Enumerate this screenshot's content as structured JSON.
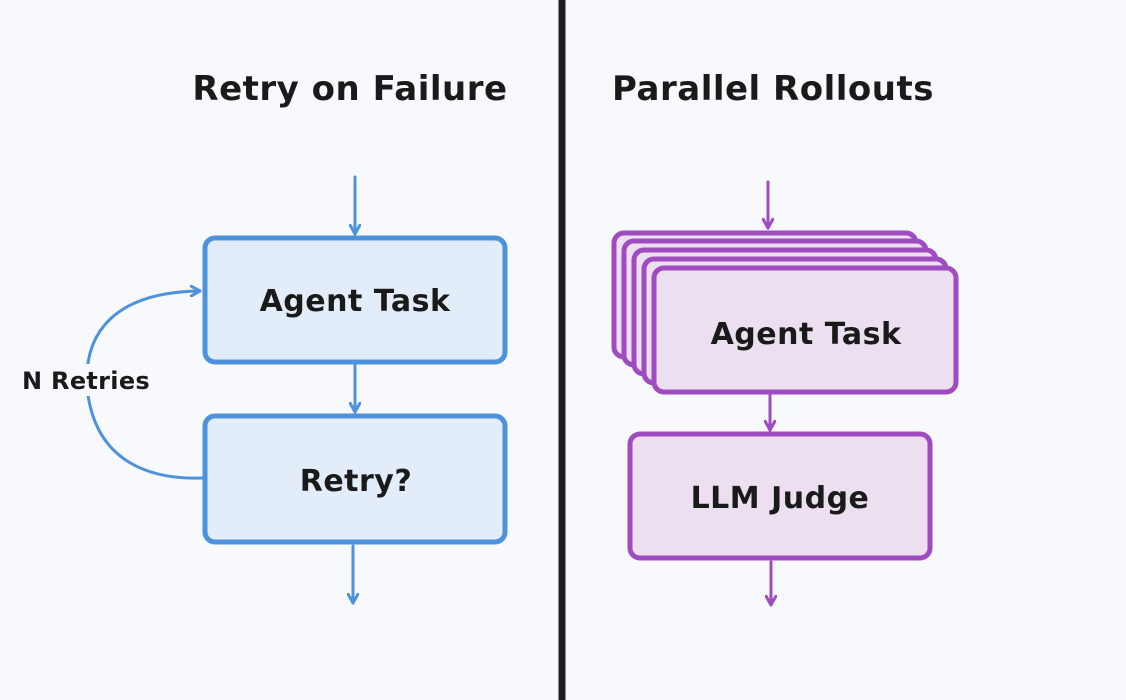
{
  "left_panel": {
    "title": "Retry on Failure",
    "box_top": "Agent Task",
    "box_bottom": "Retry?",
    "loop_label": "N Retries"
  },
  "right_panel": {
    "title": "Parallel Rollouts",
    "box_top": "Agent Task",
    "box_bottom": "LLM Judge"
  },
  "colors": {
    "background": "#f7f9fc",
    "divider": "#1e1e1e",
    "blue_stroke": "#4f92dc",
    "blue_fill": "#e3edf9",
    "purple_stroke": "#a04bc0",
    "purple_fill": "#ecdff0",
    "text": "#1a1a1a"
  }
}
